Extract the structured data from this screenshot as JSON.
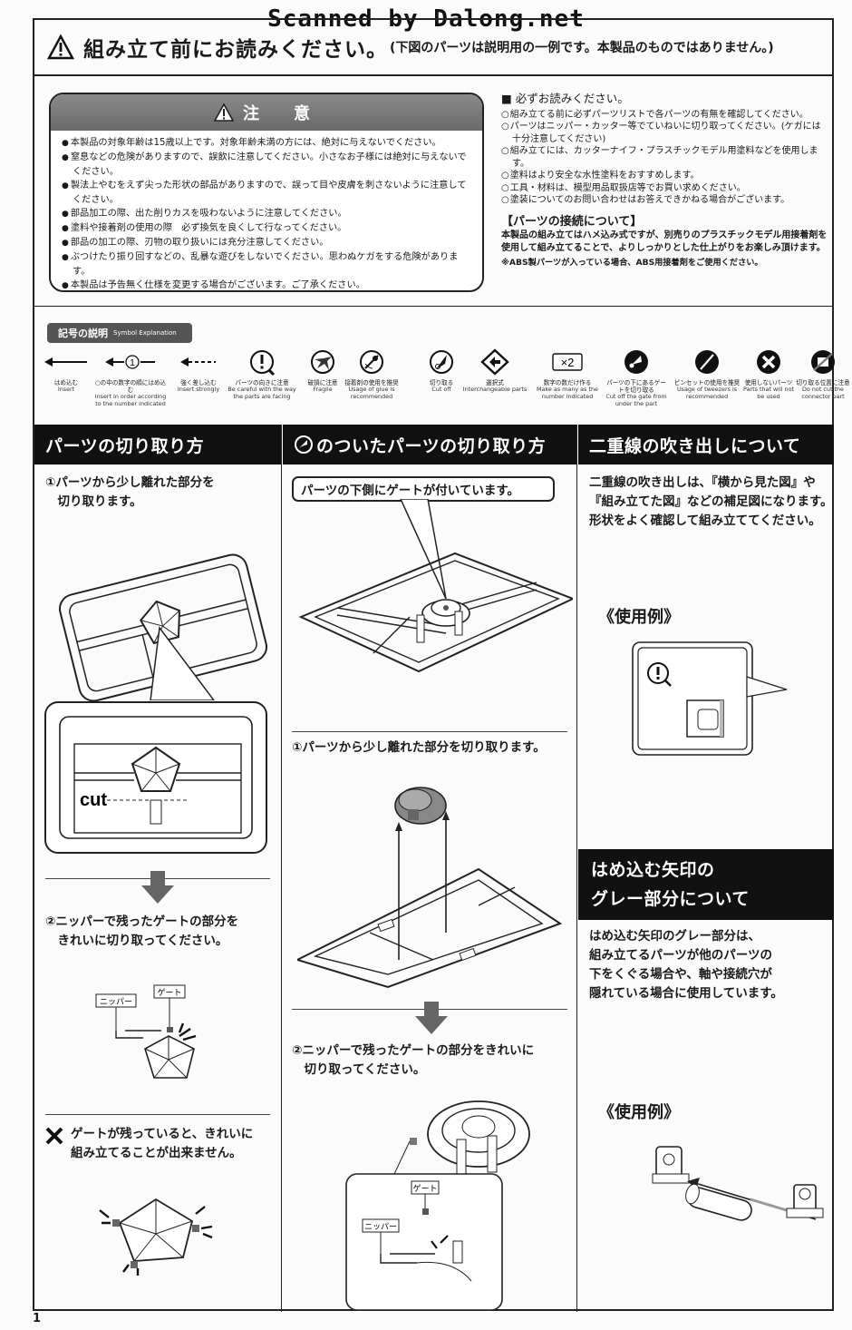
{
  "watermark": "Scanned by Dalong.net",
  "header": {
    "title": "組み立て前にお読みください。",
    "subtitle": "(下図のパーツは説明用の一例です。本製品のものではありません。)"
  },
  "caution": {
    "heading": "注　意",
    "items": [
      "本製品の対象年齢は15歳以上です。対象年齢未満の方には、絶対に与えないでください。",
      "窒息などの危険がありますので、誤飲に注意してください。小さなお子様には絶対に与えないでください。",
      "製法上やむをえず尖った形状の部品がありますので、誤って目や皮膚を刺さないように注意してください。",
      "部品加工の際、出た削りカスを吸わないように注意してください。",
      "塗料や接着剤の使用の際　必ず換気を良くして行なってください。",
      "部品の加工の際、刃物の取り扱いには充分注意してください。",
      "ぶつけたり振り回すなどの、乱暴な遊びをしないでください。思わぬケガをする危険があります。",
      "本製品は予告無く仕様を変更する場合がございます。ご了承ください。"
    ]
  },
  "must_read": {
    "title": "■ 必ずお読みください。",
    "items": [
      "組み立てる前に必ずパーツリストで各パーツの有無を確認してください。",
      "パーツはニッパー・カッター等でていねいに切り取ってください。(ケガには十分注意してください)",
      "組み立てには、カッターナイフ・プラスチックモデル用塗料などを使用します。",
      "塗料はより安全な水性塗料をおすすめします。",
      "工具・材料は、模型用品取扱店等でお買い求めください。",
      "塗装についてのお問い合わせはお答えできかねる場合がございます。"
    ],
    "connection_title": "【パーツの接続について】",
    "connection_body": "本製品の組み立てはハメ込み式ですが、別売りのプラスチックモデル用接着剤を使用して組み立てることで、よりしっかりとした仕上がりをお楽しみ頂けます。",
    "connection_note": "※ABS製パーツが入っている場合、ABS用接着剤をご使用ください。"
  },
  "symbols": {
    "tag_jp": "記号の説明",
    "tag_en": "Symbol Explanation",
    "items": [
      {
        "icon": "insert-arrow-icon",
        "jp": "はめ込む",
        "en": "Insert"
      },
      {
        "icon": "numbered-arrow-icon",
        "label": "1",
        "jp": "○の中の数字の順にはめ込む",
        "en": "Insert in order according to the number indicated"
      },
      {
        "icon": "dashed-arrow-icon",
        "jp": "強く差し込む",
        "en": "Insert strongly"
      },
      {
        "icon": "exclamation-icon",
        "jp": "パーツの向きに注意",
        "en": "Be careful with the way the parts are facing"
      },
      {
        "icon": "fragile-icon",
        "jp": "破損に注意",
        "en": "Fragile"
      },
      {
        "icon": "glue-icon",
        "jp": "接着剤の使用を推奨",
        "en": "Usage of glue is recommended"
      },
      {
        "icon": "cut-off-icon",
        "jp": "切り取る",
        "en": "Cut off"
      },
      {
        "icon": "interchangeable-icon",
        "jp": "選択式",
        "en": "Interchangeable parts"
      },
      {
        "icon": "multiply-icon",
        "label": "×2",
        "jp": "数字の数だけ作る",
        "en": "Make as many as the number indicated"
      },
      {
        "icon": "gate-under-icon",
        "jp": "パーツの下にあるゲートを切り取る",
        "en": "Cut off the gate from under the part"
      },
      {
        "icon": "tweezers-icon",
        "jp": "ピンセットの使用を推奨",
        "en": "Usage of tweezers is recommended"
      },
      {
        "icon": "unused-icon",
        "jp": "使用しないパーツ",
        "en": "Parts that will not be used"
      },
      {
        "icon": "connector-icon",
        "jp": "切り取る位置に注意",
        "en": "Do not cut the connector part"
      }
    ]
  },
  "col1": {
    "heading": "パーツの切り取り方",
    "step1": "①パーツから少し離れた部分を\n　切り取ります。",
    "cut_label": "cut",
    "step2": "②ニッパーで残ったゲートの部分を\n　きれいに切り取ってください。",
    "nipper_label": "ニッパー",
    "gate_label": "ゲート",
    "warning": "ゲートが残っていると、きれいに\n組み立てることが出来ません。"
  },
  "col2": {
    "heading": "のついたパーツの切り取り方",
    "bubble": "パーツの下側にゲートが付いています。",
    "step1": "①パーツから少し離れた部分を切り取ります。",
    "step2": "②ニッパーで残ったゲートの部分をきれいに\n　切り取ってください。",
    "nipper_label": "ニッパー",
    "gate_label": "ゲート"
  },
  "col3": {
    "heading": "二重線の吹き出しについて",
    "body": "二重線の吹き出しは、『横から見た図』や\n『組み立てた図』などの補足図になります。\n形状をよく確認して組み立ててください。",
    "example1": "《使用例》",
    "heading2_line1": "はめ込む矢印の",
    "heading2_line2": "グレー部分について",
    "body2": "はめ込む矢印のグレー部分は、\n組み立てるパーツが他のパーツの\n下をくぐる場合や、軸や接続穴が\n隠れている場合に使用しています。",
    "example2": "《使用例》"
  },
  "page_number": "1"
}
